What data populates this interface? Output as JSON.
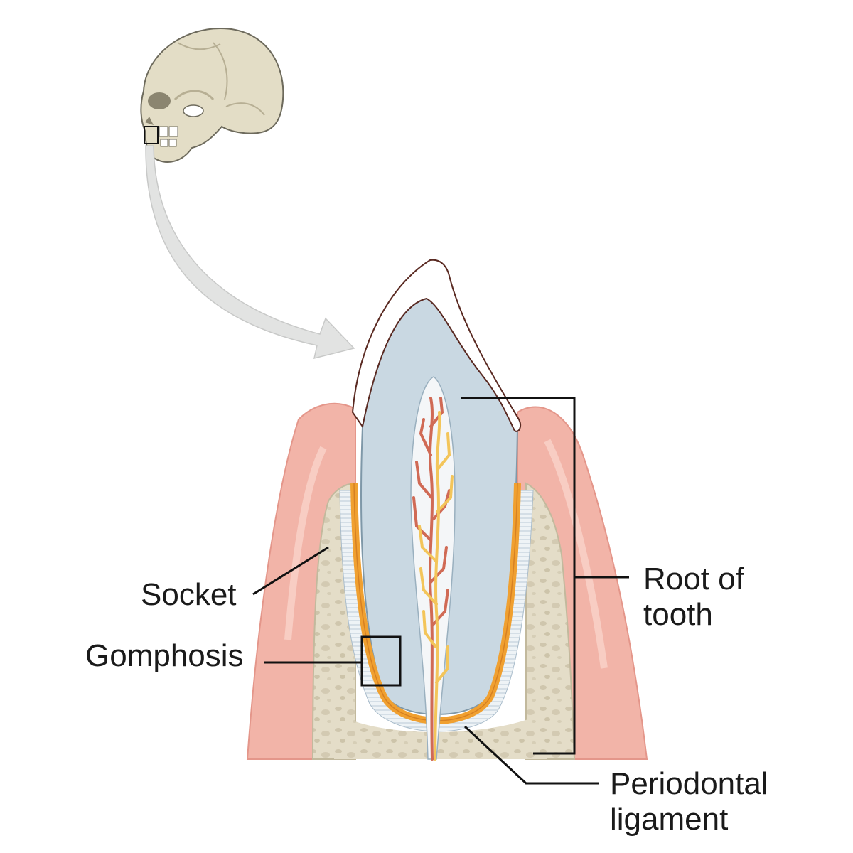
{
  "labels": {
    "socket": "Socket",
    "gomphosis": "Gomphosis",
    "root_line1": "Root of",
    "root_line2": "tooth",
    "periodontal_line1": "Periodontal",
    "periodontal_line2": "ligament"
  },
  "colors": {
    "gum": "#f2b4a8",
    "bone": "#e4ddc8",
    "dentin": "#c9d8e2",
    "enamel": "#ffffff",
    "pulp": "#f4f6f8",
    "cementum": "#f0a030",
    "vessel_red": "#d06a55",
    "nerve_yellow": "#f3c55a",
    "arrow": "#e2e3e2",
    "skull": "#e3ddc6",
    "leader": "#111111"
  }
}
